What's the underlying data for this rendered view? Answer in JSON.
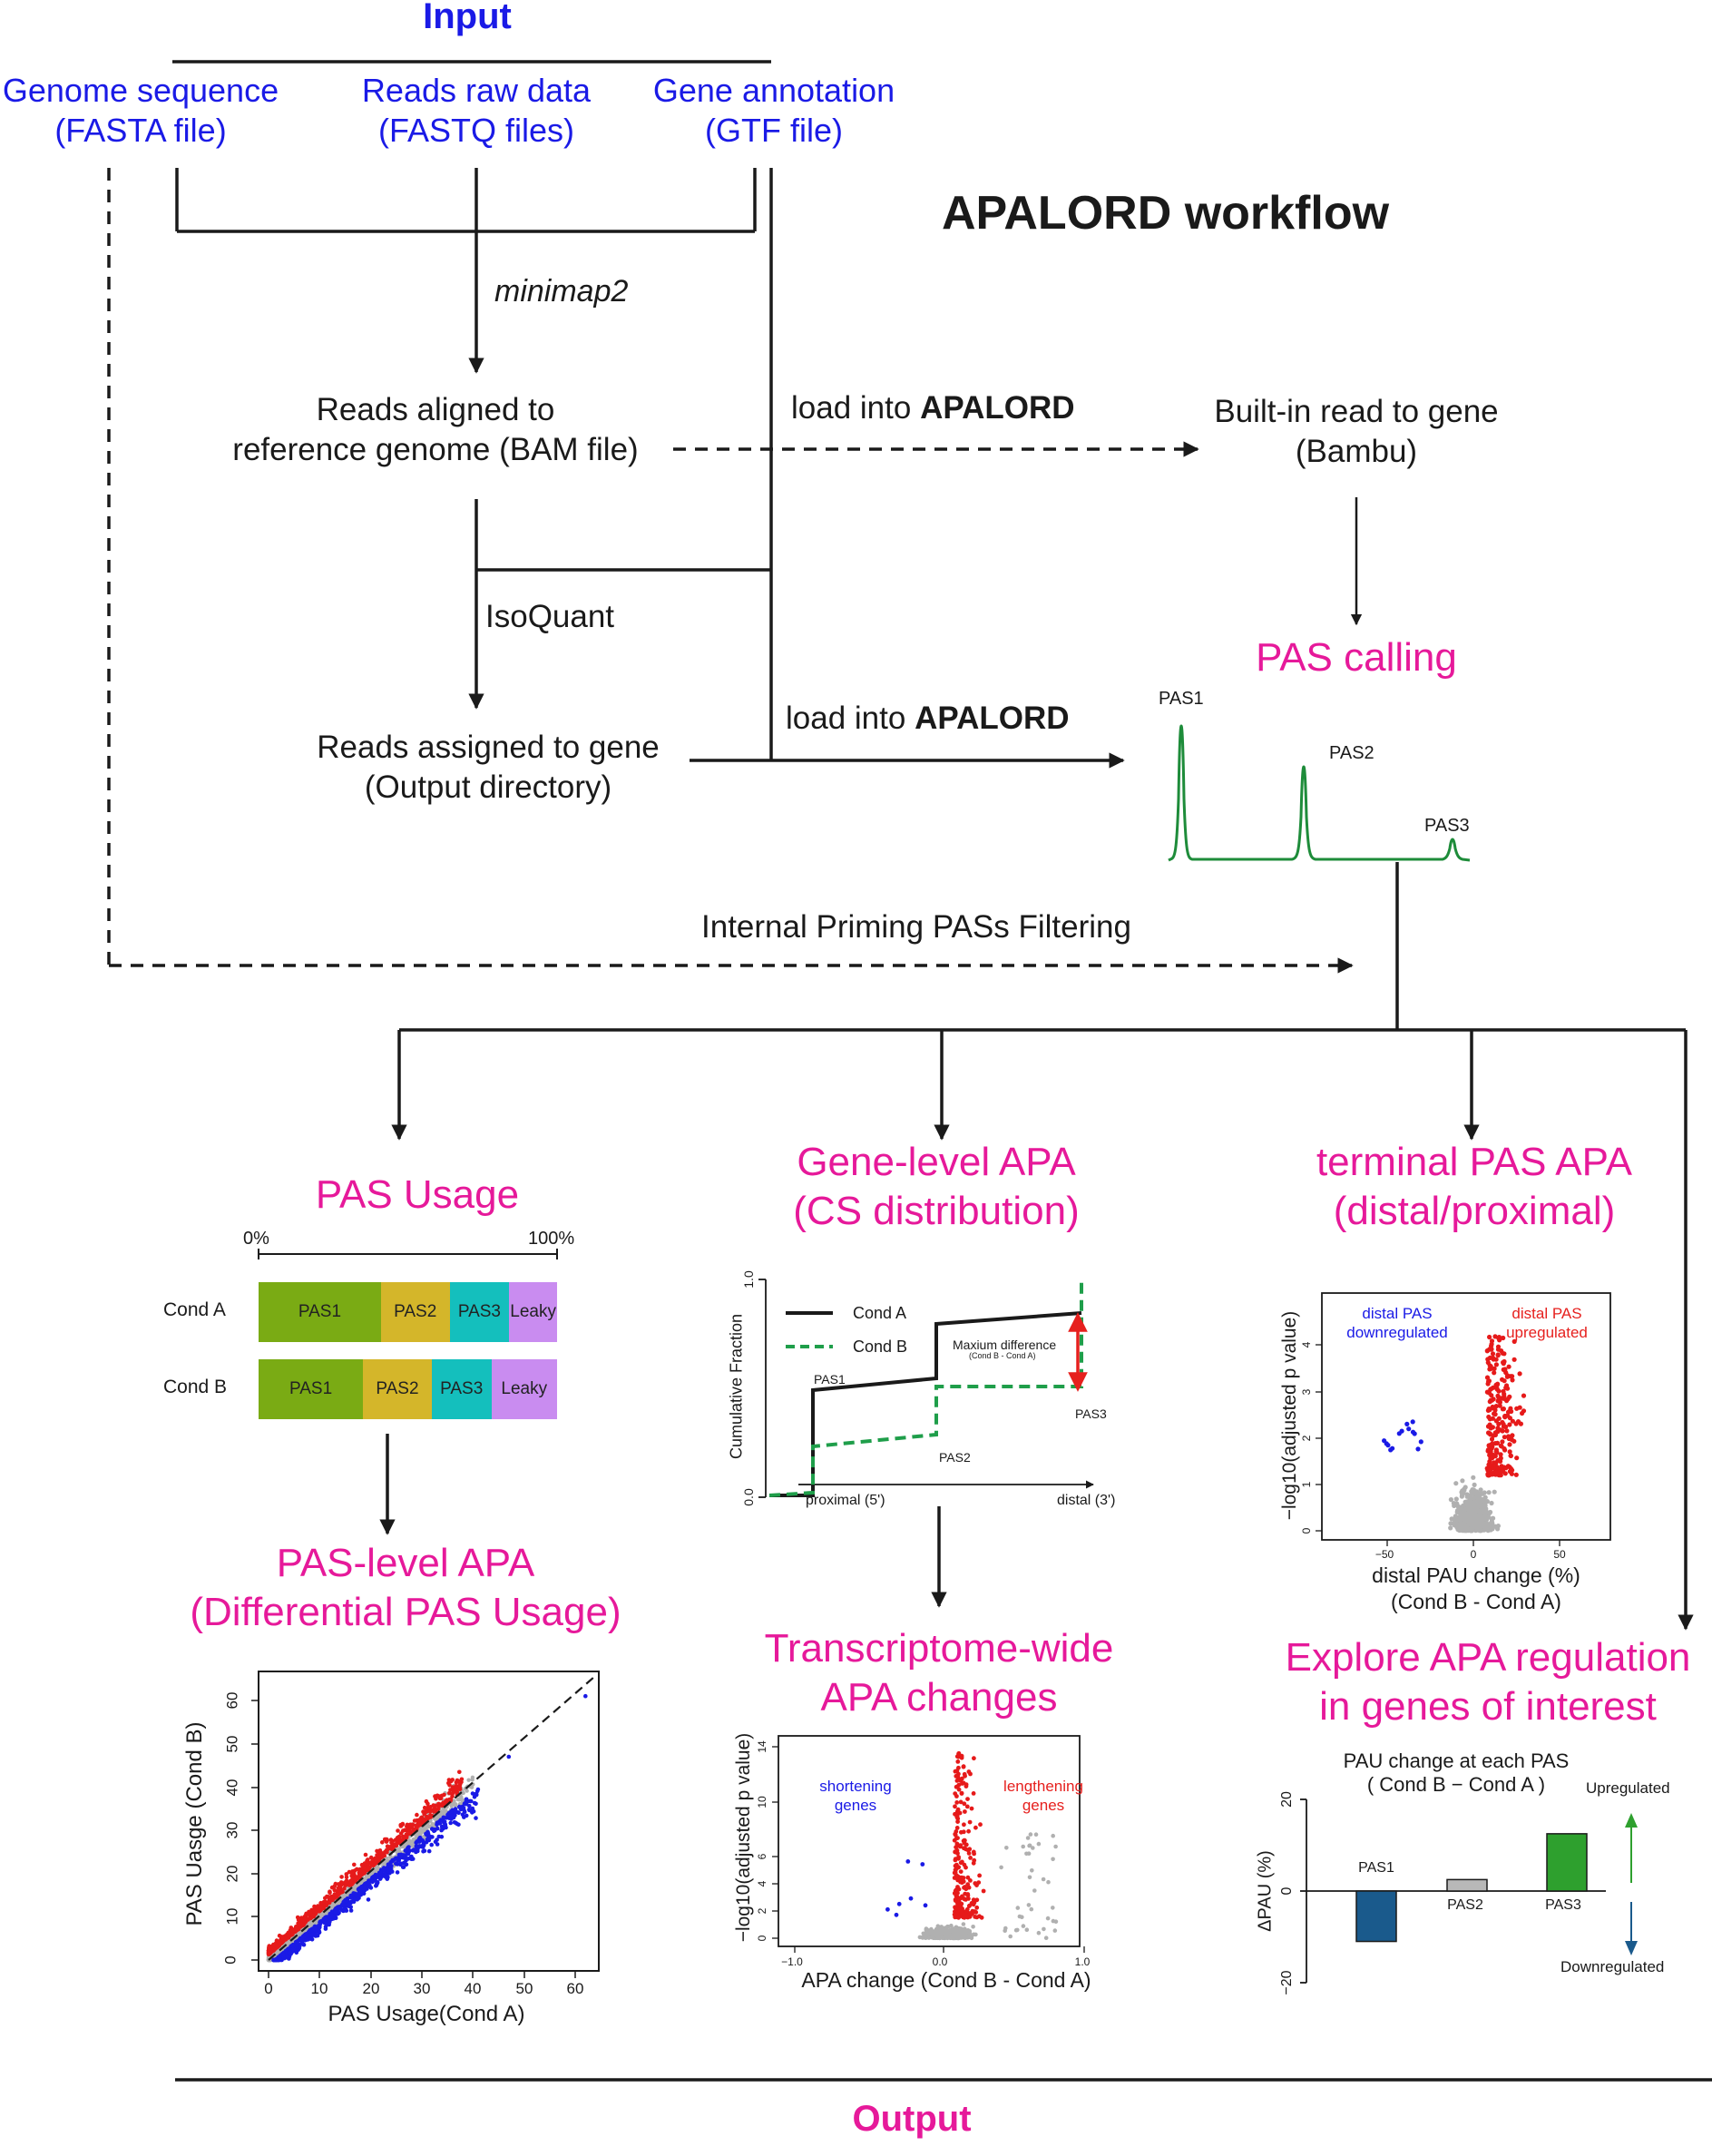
{
  "header": {
    "input": "Input",
    "workflow_title": "APALORD workflow",
    "output": "Output"
  },
  "inputs": {
    "genome": [
      "Genome sequence",
      "(FASTA file)"
    ],
    "reads": [
      "Reads raw data",
      "(FASTQ files)"
    ],
    "annotation": [
      "Gene annotation",
      "(GTF file)"
    ]
  },
  "steps": {
    "minimap2": "minimap2",
    "bam": [
      "Reads aligned to",
      "reference genome (BAM file)"
    ],
    "load1_prefix": "load into ",
    "load1_bold": "APALORD",
    "bambu": [
      "Built-in read to gene",
      "(Bambu)"
    ],
    "isoquant": "IsoQuant",
    "load2_prefix": "load into ",
    "load2_bold": "APALORD",
    "assigned": [
      "Reads assigned to gene",
      "(Output directory)"
    ],
    "pas_calling": "PAS calling",
    "peaks": [
      "PAS1",
      "PAS2",
      "PAS3"
    ],
    "filtering": "Internal Priming PASs Filtering"
  },
  "pas_usage": {
    "title": "PAS Usage",
    "axis_left": "0%",
    "axis_right": "100%",
    "rows": [
      {
        "label": "Cond A",
        "segments": [
          {
            "name": "PAS1",
            "fraction": 0.41,
            "color": "#7aab14"
          },
          {
            "name": "PAS2",
            "fraction": 0.23,
            "color": "#d4b62a"
          },
          {
            "name": "PAS3",
            "fraction": 0.2,
            "color": "#14bfbd"
          },
          {
            "name": "Leaky",
            "fraction": 0.16,
            "color": "#c98cf0"
          }
        ]
      },
      {
        "label": "Cond B",
        "segments": [
          {
            "name": "PAS1",
            "fraction": 0.35,
            "color": "#7aab14"
          },
          {
            "name": "PAS2",
            "fraction": 0.23,
            "color": "#d4b62a"
          },
          {
            "name": "PAS3",
            "fraction": 0.2,
            "color": "#14bfbd"
          },
          {
            "name": "Leaky",
            "fraction": 0.22,
            "color": "#c98cf0"
          }
        ]
      }
    ]
  },
  "pas_level": {
    "title": [
      "PAS-level APA",
      "(Differential PAS Usage)"
    ],
    "xlabel": "PAS Usage(Cond A)",
    "ylabel": "PAS  Uasge (Cond B)",
    "ticks": [
      "0",
      "10",
      "20",
      "30",
      "40",
      "50",
      "60"
    ]
  },
  "gene_level": {
    "title": [
      "Gene-level APA",
      "(CS distribution)"
    ],
    "ylabel": "Cumulative Fraction",
    "y0": "0.0",
    "y1": "1.0",
    "legend_a": "Cond A",
    "legend_b": "Cond B",
    "max_diff": "Maxium difference",
    "max_diff_sub": "(Cond B - Cond A)",
    "pas1": "PAS1",
    "pas2": "PAS2",
    "pas3": "PAS3",
    "proximal": "proximal (5')",
    "distal": "distal (3')"
  },
  "transcriptome": {
    "title": [
      "Transcriptome-wide",
      "APA changes"
    ],
    "ylabel": "−log10(adjusted p value)",
    "xlabel": "APA change (Cond B - Cond A)",
    "shortening": [
      "shortening",
      "genes"
    ],
    "lengthening": [
      "lengthening",
      "genes"
    ],
    "yticks": [
      "0",
      "2",
      "4",
      "6",
      "10",
      "14"
    ],
    "xticks": [
      "−1.0",
      "0.0",
      "1.0"
    ]
  },
  "terminal": {
    "title": [
      "terminal PAS APA",
      "(distal/proximal)"
    ],
    "ylabel": "−log10(adjusted p value)",
    "xlabel": [
      "distal PAU change (%)",
      "(Cond B - Cond A)"
    ],
    "down": [
      "distal PAS",
      "downregulated"
    ],
    "up": [
      "distal PAS",
      "upregulated"
    ],
    "yticks": [
      "0",
      "1",
      "2",
      "3",
      "4"
    ],
    "xticks": [
      "−50",
      "0",
      "50"
    ]
  },
  "explore": {
    "title": [
      "Explore APA regulation",
      "in genes of interest"
    ],
    "chart_title": [
      "PAU change at each PAS",
      "( Cond B − Cond A )"
    ],
    "ylabel": "ΔPAU (%)",
    "yticks": [
      "20",
      "0",
      "−20"
    ],
    "upregulated": "Upregulated",
    "downregulated": "Downregulated"
  },
  "chart_data": [
    {
      "type": "bar",
      "categories": [
        "PAS1",
        "PAS2",
        "PAS3"
      ],
      "values": [
        -11,
        2.5,
        12.5
      ],
      "ylabel": "ΔPAU (%)",
      "ylim": [
        -20,
        20
      ],
      "colors": [
        "#1a5a8c",
        "#b8b8b8",
        "#2ea02e"
      ]
    }
  ]
}
